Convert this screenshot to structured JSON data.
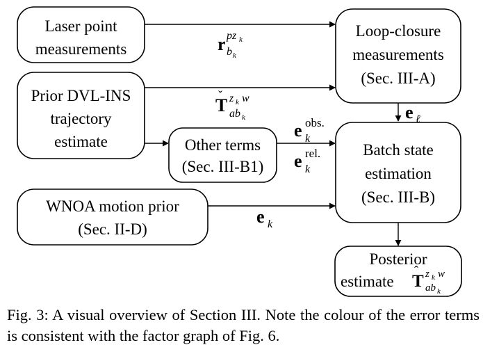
{
  "colors": {
    "green": "#7ab648",
    "purple": "#8b3fa8",
    "orange": "#e06a1b",
    "yellow": "#f2a81d"
  },
  "nodes": {
    "laser": [
      "Laser point",
      "measurements"
    ],
    "prior": [
      "Prior DVL-INS",
      "trajectory",
      "estimate"
    ],
    "other": [
      "Other terms",
      "(Sec. III-B1)"
    ],
    "wnoa": [
      "WNOA motion prior",
      "(Sec. II-D)"
    ],
    "loop": [
      "Loop-closure",
      "measurements",
      "(Sec. III-A)"
    ],
    "batch": [
      "Batch state",
      "estimation",
      "(Sec. III-B)"
    ],
    "posterior": [
      "Posterior",
      "estimate"
    ]
  },
  "edge_labels": {
    "r": {
      "base": "r",
      "sup": "pz",
      "sup_sub": "k",
      "sub": "b",
      "sub_sub": "k"
    },
    "T_check": {
      "base": "T",
      "accent": "ˇ",
      "sup": "z",
      "sup_sub": "k",
      "sup_tail": "w",
      "sub": "ab",
      "sub_sub": "k"
    },
    "T_hat": {
      "base": "T",
      "accent": "ˆ",
      "sup": "z",
      "sup_sub": "k",
      "sup_tail": "w",
      "sub": "ab",
      "sub_sub": "k"
    },
    "e_obs": {
      "base": "e",
      "sup": "obs.",
      "sub": "k"
    },
    "e_rel": {
      "base": "e",
      "sup": "rel.",
      "sub": "k"
    },
    "e_k": {
      "base": "e",
      "sub": "k"
    },
    "e_l": {
      "base": "e",
      "sub": "ℓ"
    }
  },
  "caption": "Fig. 3: A visual overview of Section III. Note the colour of the error terms is consistent with the factor graph of Fig. 6."
}
